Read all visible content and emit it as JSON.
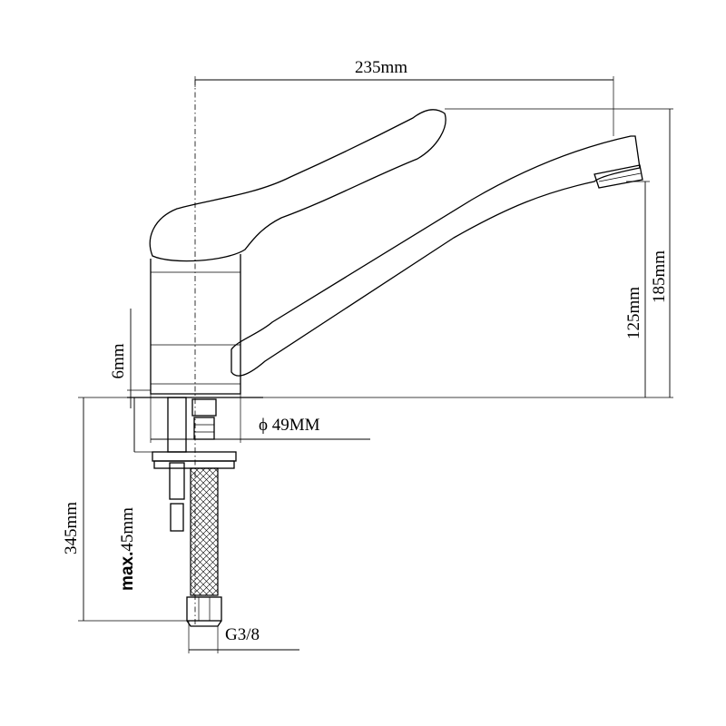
{
  "labels": {
    "width_total": "235mm",
    "height_total": "185mm",
    "height_spout": "125mm",
    "base_thickness": "6mm",
    "base_diameter": "ϕ 49MM",
    "hose_length": "345mm",
    "max_prefix": "max.",
    "max_value": "45mm",
    "thread": "G3/8"
  },
  "colors": {
    "line": "#000000",
    "background": "#ffffff"
  }
}
